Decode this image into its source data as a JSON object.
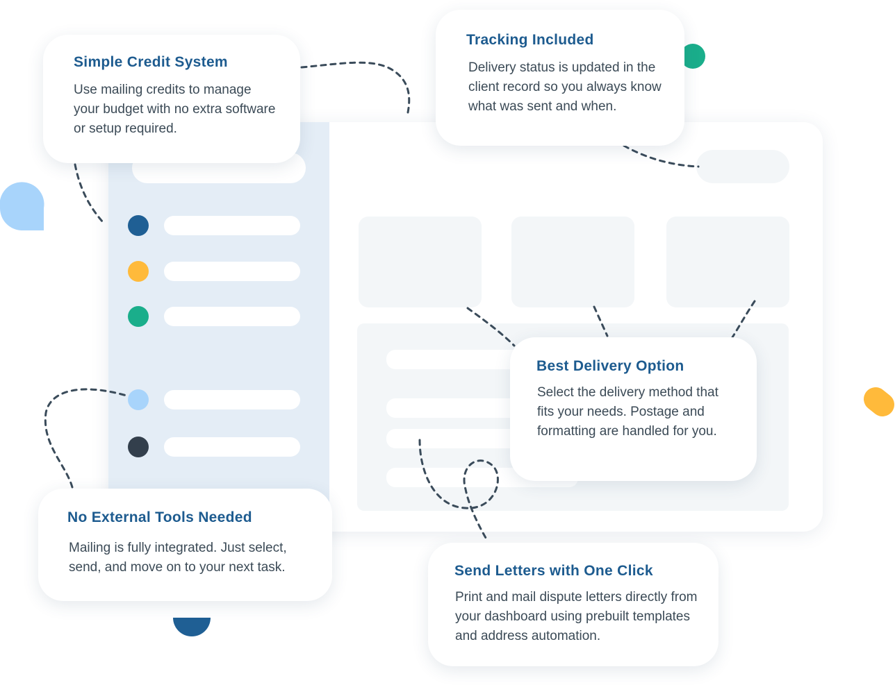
{
  "colors": {
    "title_blue": "#1d5b8f",
    "body_text": "#3b4a56",
    "sidebar_bg": "#e4edf6",
    "dot_navy": "#1f5f94",
    "dot_yellow": "#ffba3b",
    "dot_teal": "#1aae8b",
    "dot_light_blue": "#a8d4fb",
    "dot_dark": "#333f4c"
  },
  "sidebar_dots": [
    {
      "color": "navy"
    },
    {
      "color": "yellow"
    },
    {
      "color": "teal"
    },
    {
      "color": "light-blue"
    },
    {
      "color": "dark"
    }
  ],
  "cards": {
    "credit": {
      "title": "Simple Credit System",
      "text": "Use mailing credits to manage your budget with no extra software or setup required."
    },
    "tracking": {
      "title": "Tracking Included",
      "text": "Delivery status is updated in the client record so you always know what was sent and when."
    },
    "delivery": {
      "title": "Best Delivery Option",
      "text": "Select the delivery method that fits your needs. Postage and formatting are handled for you."
    },
    "external": {
      "title": "No External Tools Needed",
      "text": "Mailing is fully integrated. Just select, send, and move on to your next task."
    },
    "send": {
      "title": "Send Letters with One Click",
      "text": "Print and mail dispute letters directly from your dashboard using prebuilt templates and address automation."
    }
  }
}
